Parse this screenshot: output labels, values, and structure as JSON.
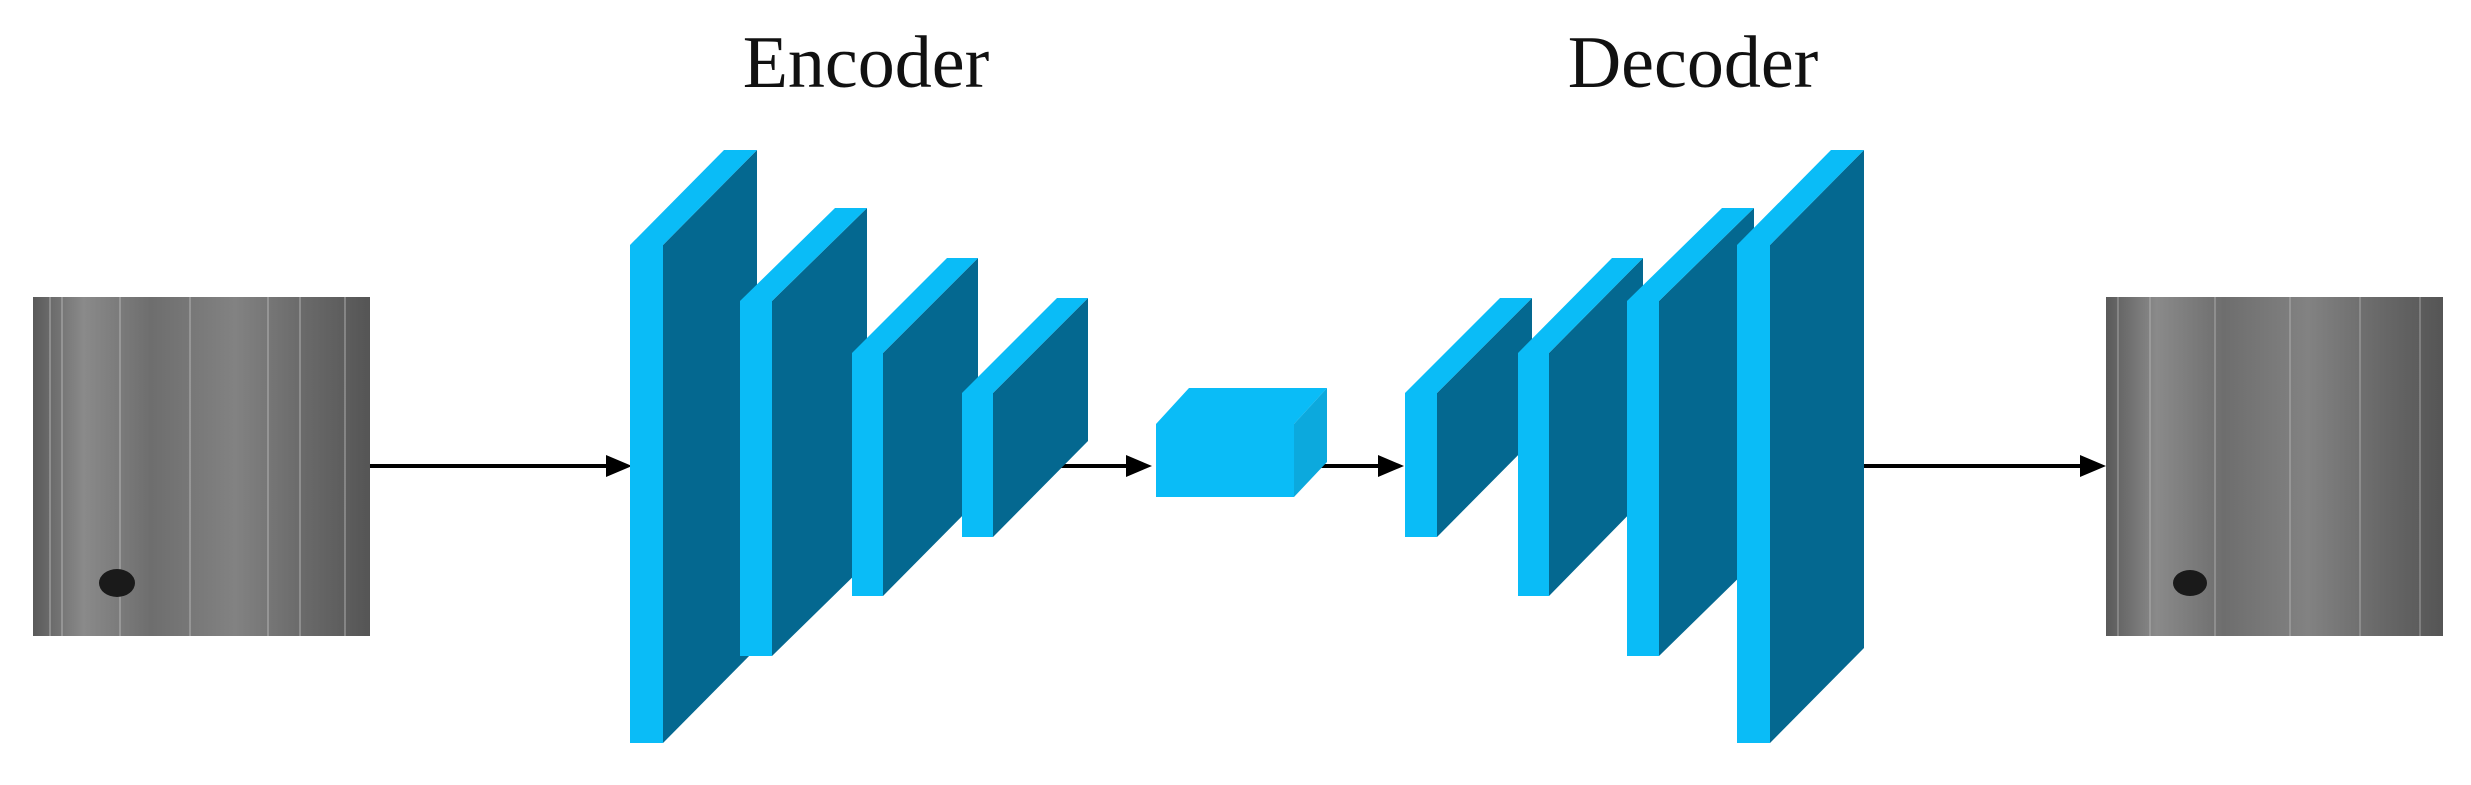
{
  "diagram": {
    "encoder_label": "Encoder",
    "decoder_label": "Decoder"
  },
  "colors": {
    "layer_face": "#0ABCF7",
    "layer_side": "#046890",
    "arrow": "#000000",
    "image_base": "#6a6a6a",
    "image_light": "#8c8c8c",
    "defect": "#1a1a1a"
  },
  "images": {
    "input_image": "steel-surface-with-defect",
    "output_image": "reconstructed-steel-surface-with-defect"
  },
  "layers": {
    "encoder_count": 4,
    "bottleneck_count": 1,
    "decoder_count": 4
  }
}
